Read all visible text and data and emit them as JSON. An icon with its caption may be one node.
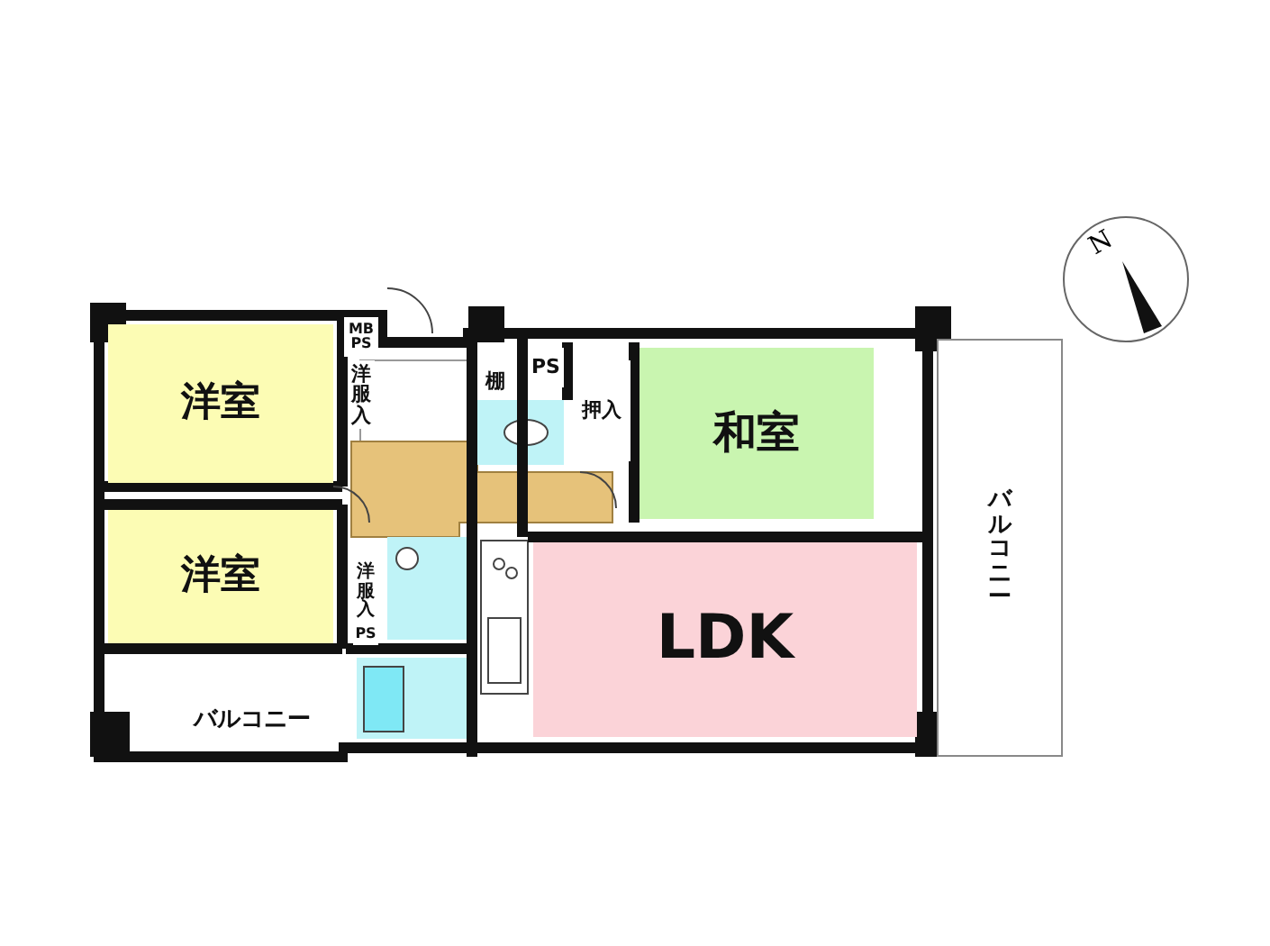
{
  "diagram": {
    "nodes": [
      {
        "text": [
          "洋室"
        ]
      },
      {
        "text": [
          "洋室"
        ]
      },
      {
        "text": [
          "和室"
        ]
      },
      {
        "text": [
          "LDK"
        ]
      },
      {
        "text": [
          "バルコニー"
        ]
      },
      {
        "text": [
          "バルコニー"
        ]
      },
      {
        "text": [
          "MB PS"
        ]
      },
      {
        "text": [
          "洋服入"
        ]
      },
      {
        "text": [
          "洋服入"
        ]
      },
      {
        "text": [
          "PS"
        ]
      },
      {
        "text": [
          "棚"
        ]
      },
      {
        "text": [
          "PS"
        ]
      },
      {
        "text": [
          "押入"
        ]
      }
    ],
    "labels": [
      "N"
    ]
  }
}
